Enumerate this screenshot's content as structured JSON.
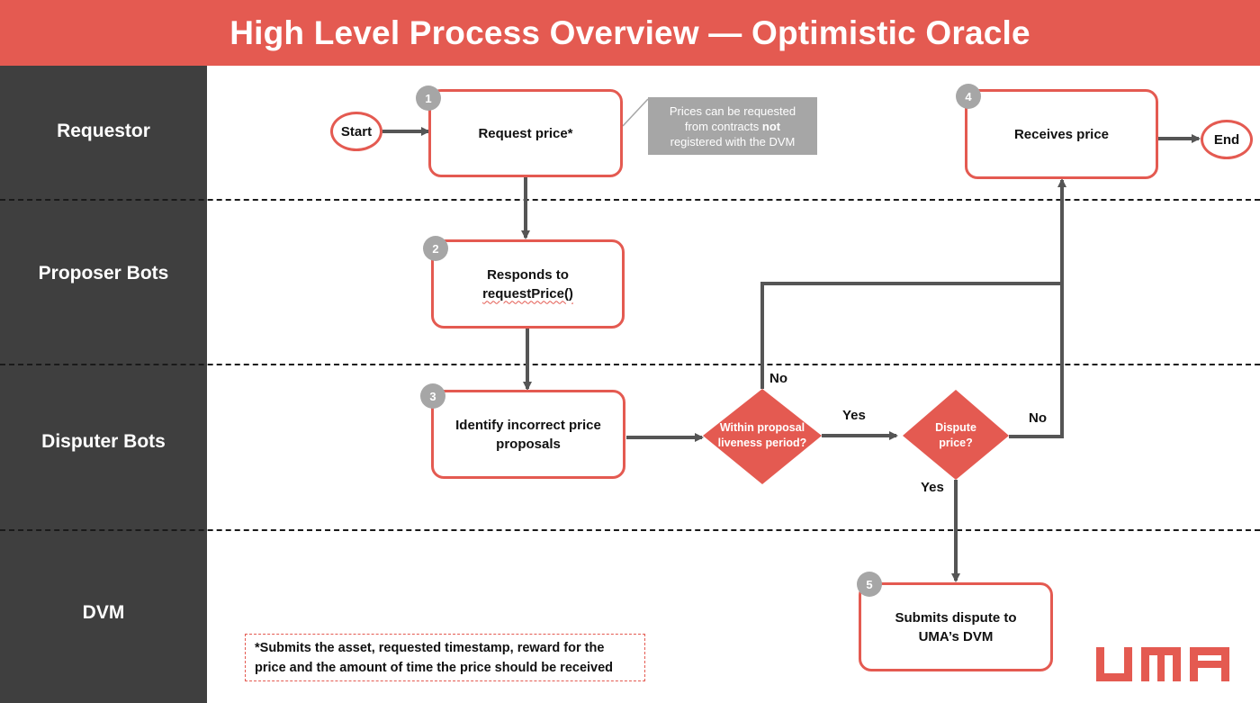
{
  "title": "High Level Process Overview — Optimistic Oracle",
  "lanes": [
    "Requestor",
    "Proposer Bots",
    "Disputer Bots",
    "DVM"
  ],
  "start_label": "Start",
  "end_label": "End",
  "steps": [
    {
      "num": "1",
      "line1": "Request price*",
      "line2": ""
    },
    {
      "num": "2",
      "line1": "Responds to",
      "line2": "requestPrice()"
    },
    {
      "num": "3",
      "line1": "Identify incorrect price",
      "line2": "proposals"
    },
    {
      "num": "4",
      "line1": "Receives price",
      "line2": ""
    },
    {
      "num": "5",
      "line1": "Submits dispute to",
      "line2": "UMA’s DVM"
    }
  ],
  "callout": {
    "line1": "Prices can be requested",
    "line2_a": "from contracts ",
    "line2_b": "not",
    "line3": "registered with the DVM"
  },
  "decisions": [
    {
      "line1": "Within proposal",
      "line2": "liveness period?"
    },
    {
      "line1": "Dispute",
      "line2": "price?"
    }
  ],
  "edge_labels": {
    "no_1": "No",
    "yes_1": "Yes",
    "no_2": "No",
    "yes_2": "Yes"
  },
  "footnote": {
    "line1": "*Submits the asset, requested timestamp, reward for the",
    "line2": "price and the amount of time the price should be received"
  },
  "logo_text": "UMA",
  "colors": {
    "accent": "#e45a51",
    "lane_bg": "#3f3f3f",
    "badge": "#a6a6a6",
    "arrow": "#555555"
  }
}
